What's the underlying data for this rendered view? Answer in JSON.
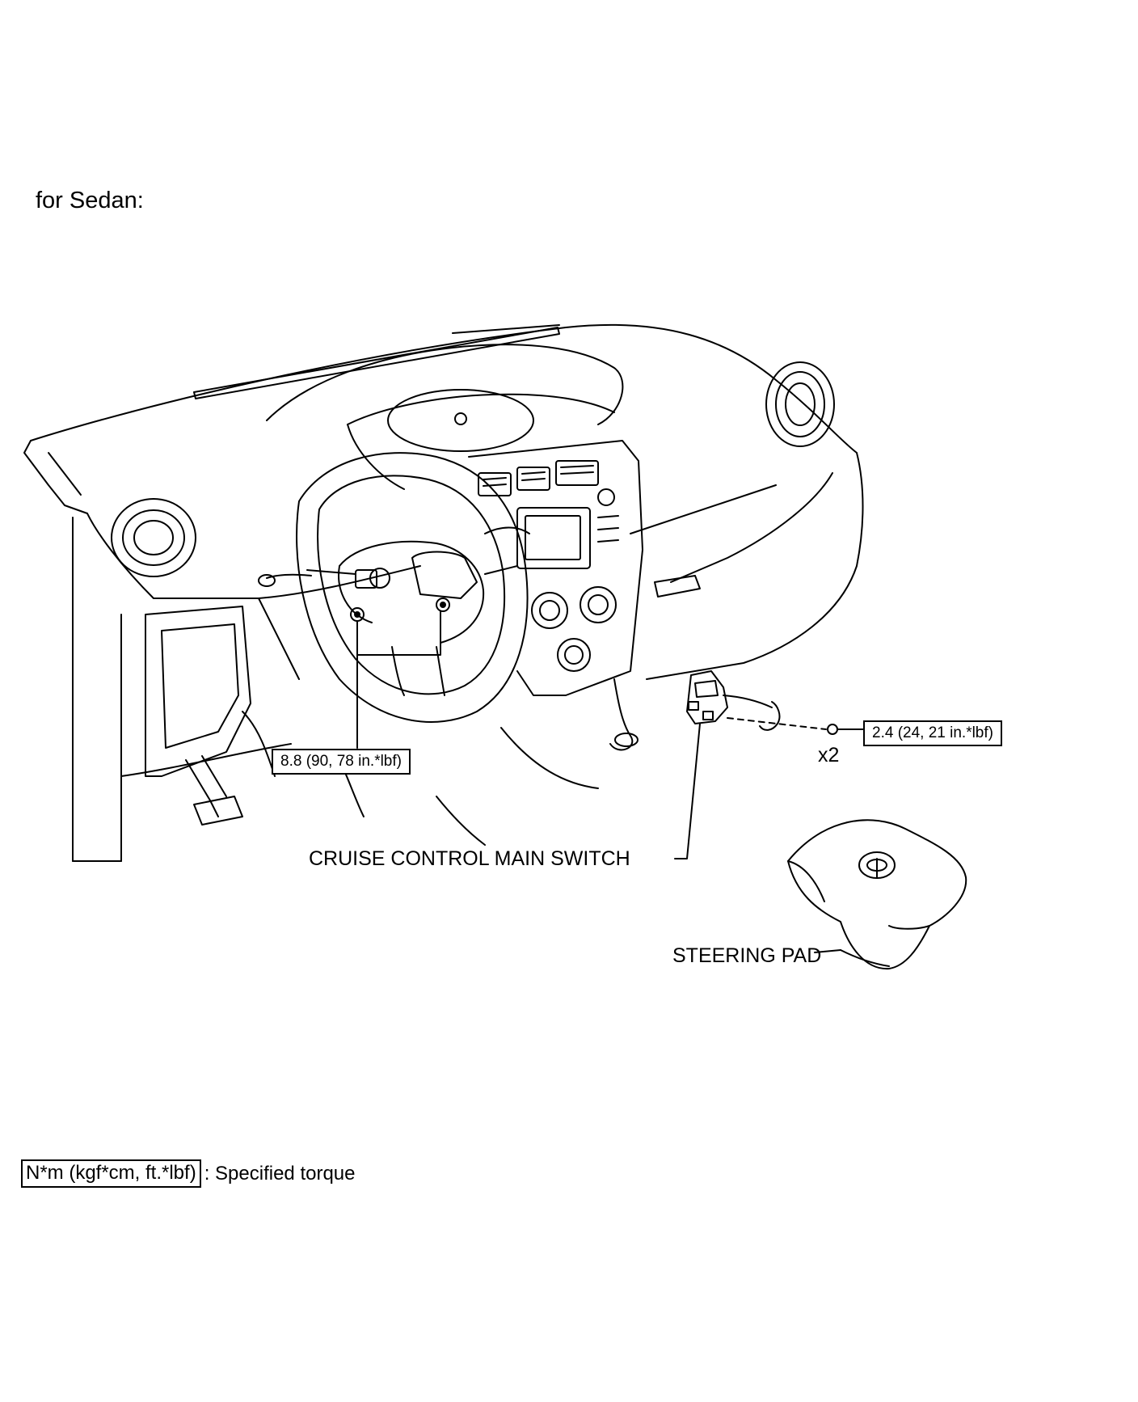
{
  "title": "for Sedan:",
  "callouts": {
    "torque_center": "8.8 (90, 78 in.*lbf)",
    "torque_right": "2.4 (24, 21 in.*lbf)",
    "quantity": "x2",
    "cruise_switch": "CRUISE CONTROL MAIN SWITCH",
    "steering_pad": "STEERING PAD"
  },
  "legend": {
    "box_text": "N*m (kgf*cm, ft.*lbf)",
    "description": ": Specified torque"
  },
  "colors": {
    "line": "#000000",
    "background": "#ffffff"
  }
}
